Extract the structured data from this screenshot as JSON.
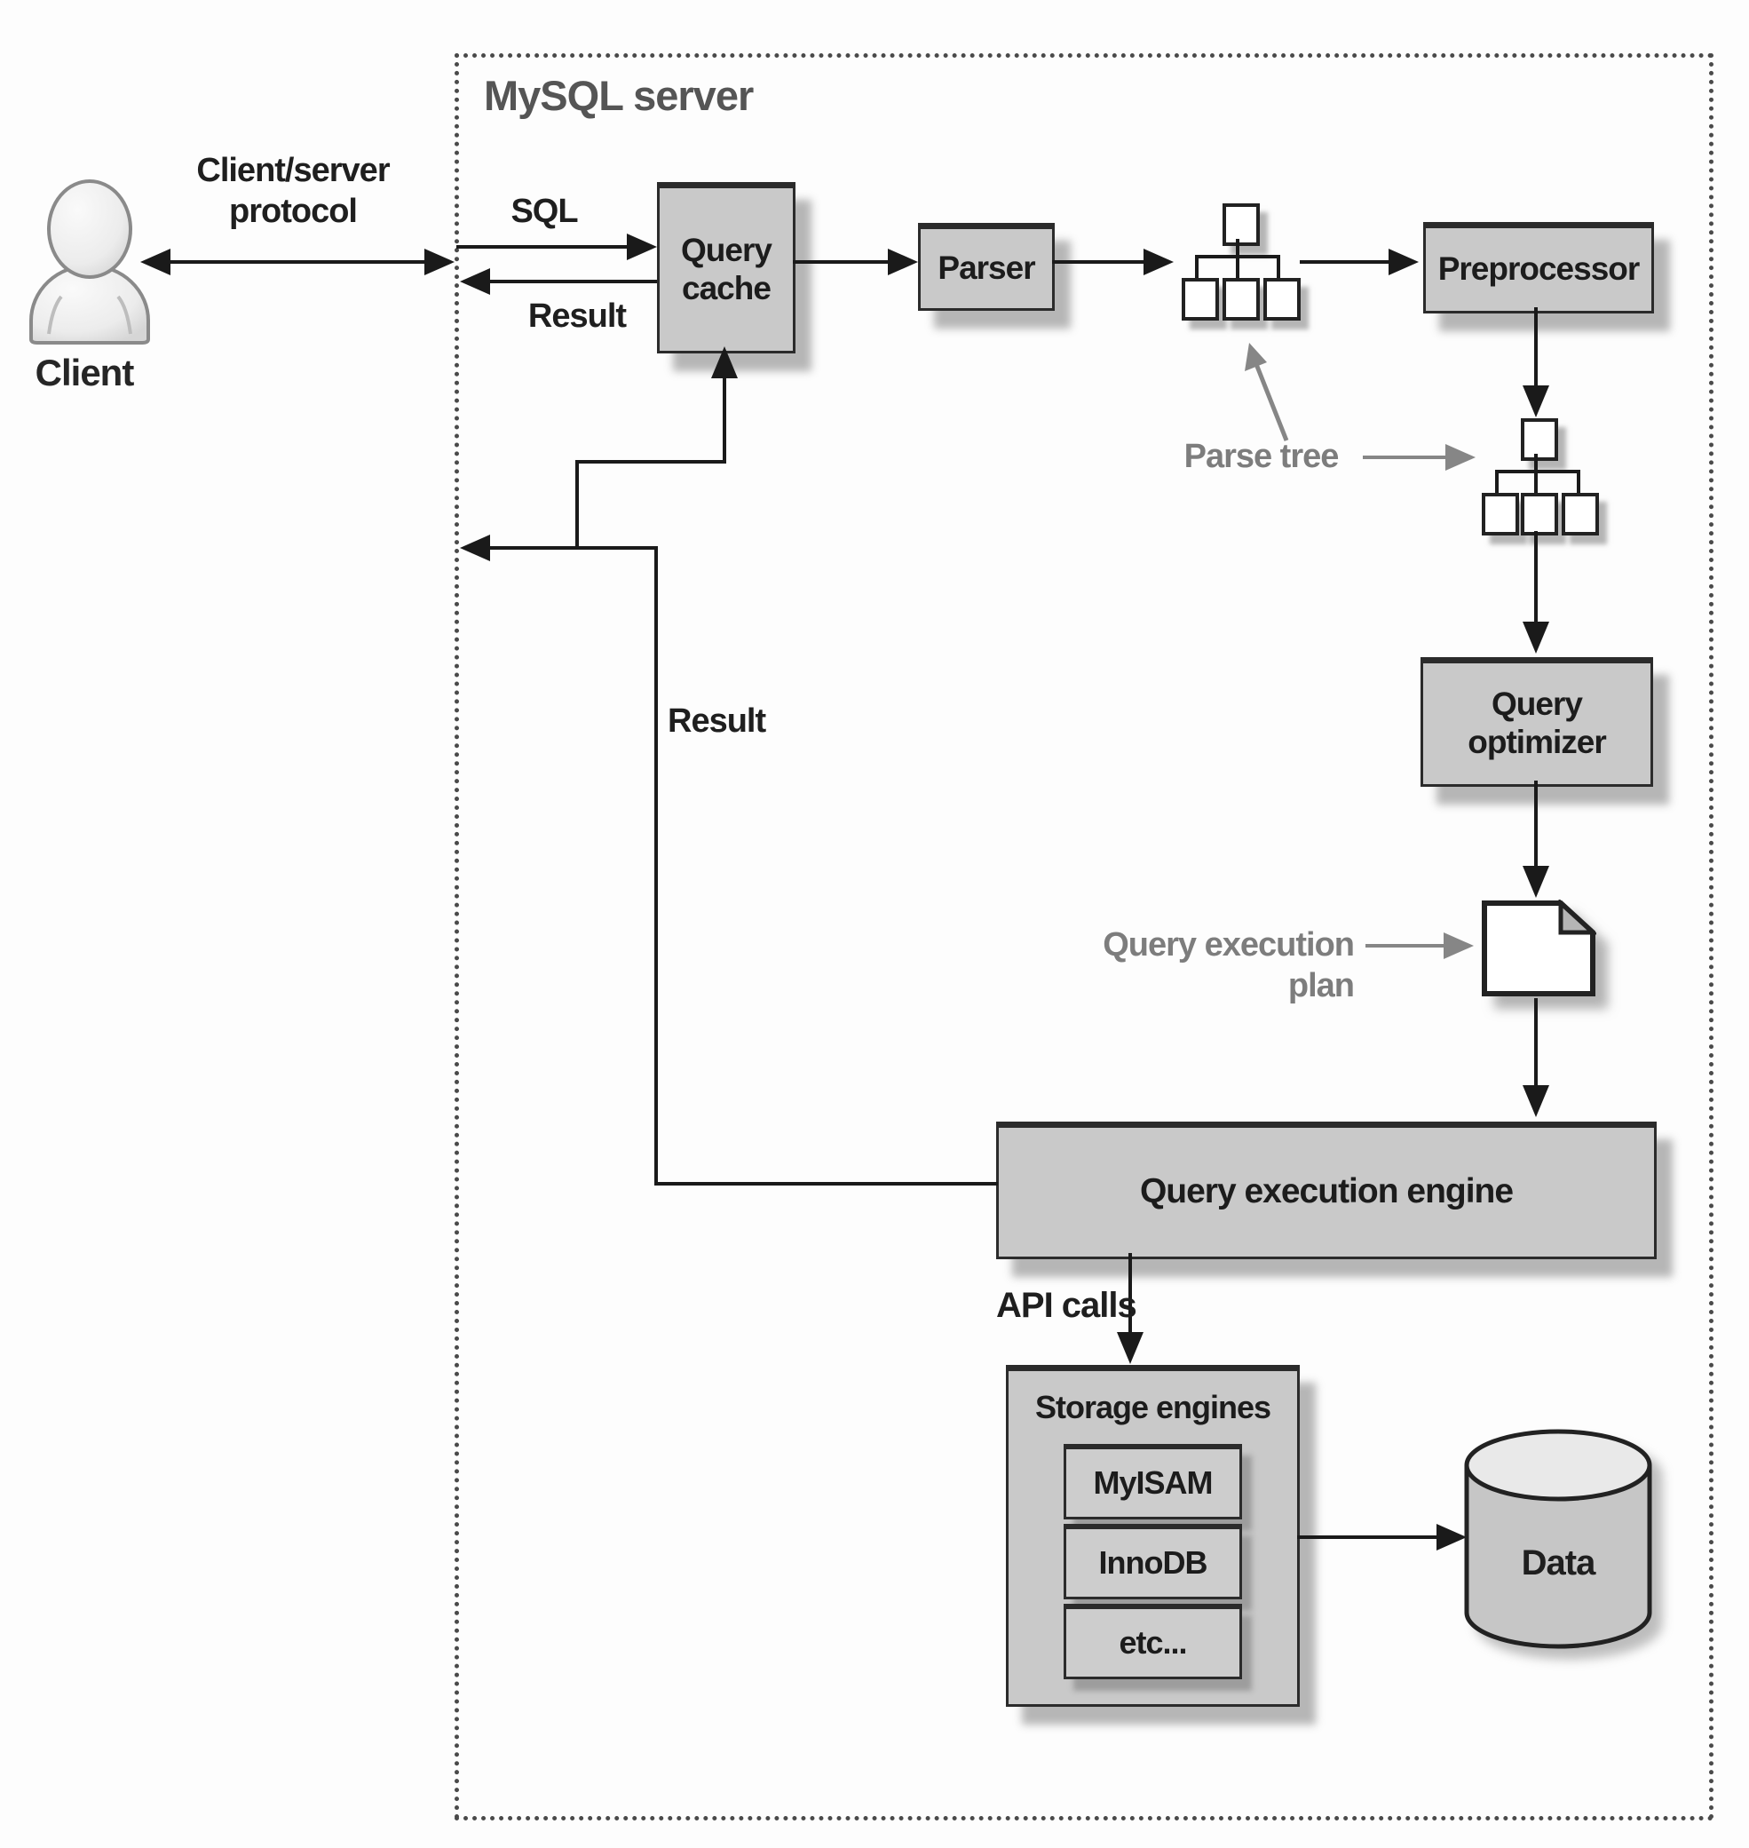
{
  "title": "MySQL server",
  "client": {
    "label": "Client",
    "protocol": "Client/server protocol"
  },
  "flow_labels": {
    "sql": "SQL",
    "result_top": "Result",
    "result_return": "Result",
    "parse_tree": "Parse tree",
    "query_execution_plan": "Query execution plan",
    "api_calls": "API calls"
  },
  "nodes": {
    "query_cache": "Query cache",
    "parser": "Parser",
    "preprocessor": "Preprocessor",
    "query_optimizer": "Query optimizer",
    "query_execution_engine": "Query execution engine",
    "storage_engines_title": "Storage engines",
    "data": "Data"
  },
  "storage_engines": [
    "MyISAM",
    "InnoDB",
    "etc..."
  ],
  "icons": {
    "client": "person-icon",
    "parse_tree_small": "tree-diagram-icon",
    "parse_tree_large": "tree-diagram-icon",
    "plan": "document-icon",
    "data": "database-cylinder-icon"
  },
  "colors": {
    "background": "#fdfdfd",
    "box_fill": "#c9c9c9",
    "box_border": "#2b2b2b",
    "line": "#1a1a1a",
    "annotation_gray": "#7d7d7d",
    "shadow": "#696969",
    "cylinder_top": "#e9e9e9",
    "cylinder_body": "#c6c6c6",
    "server_border": "#4a4a4a",
    "title_color": "#555555"
  }
}
